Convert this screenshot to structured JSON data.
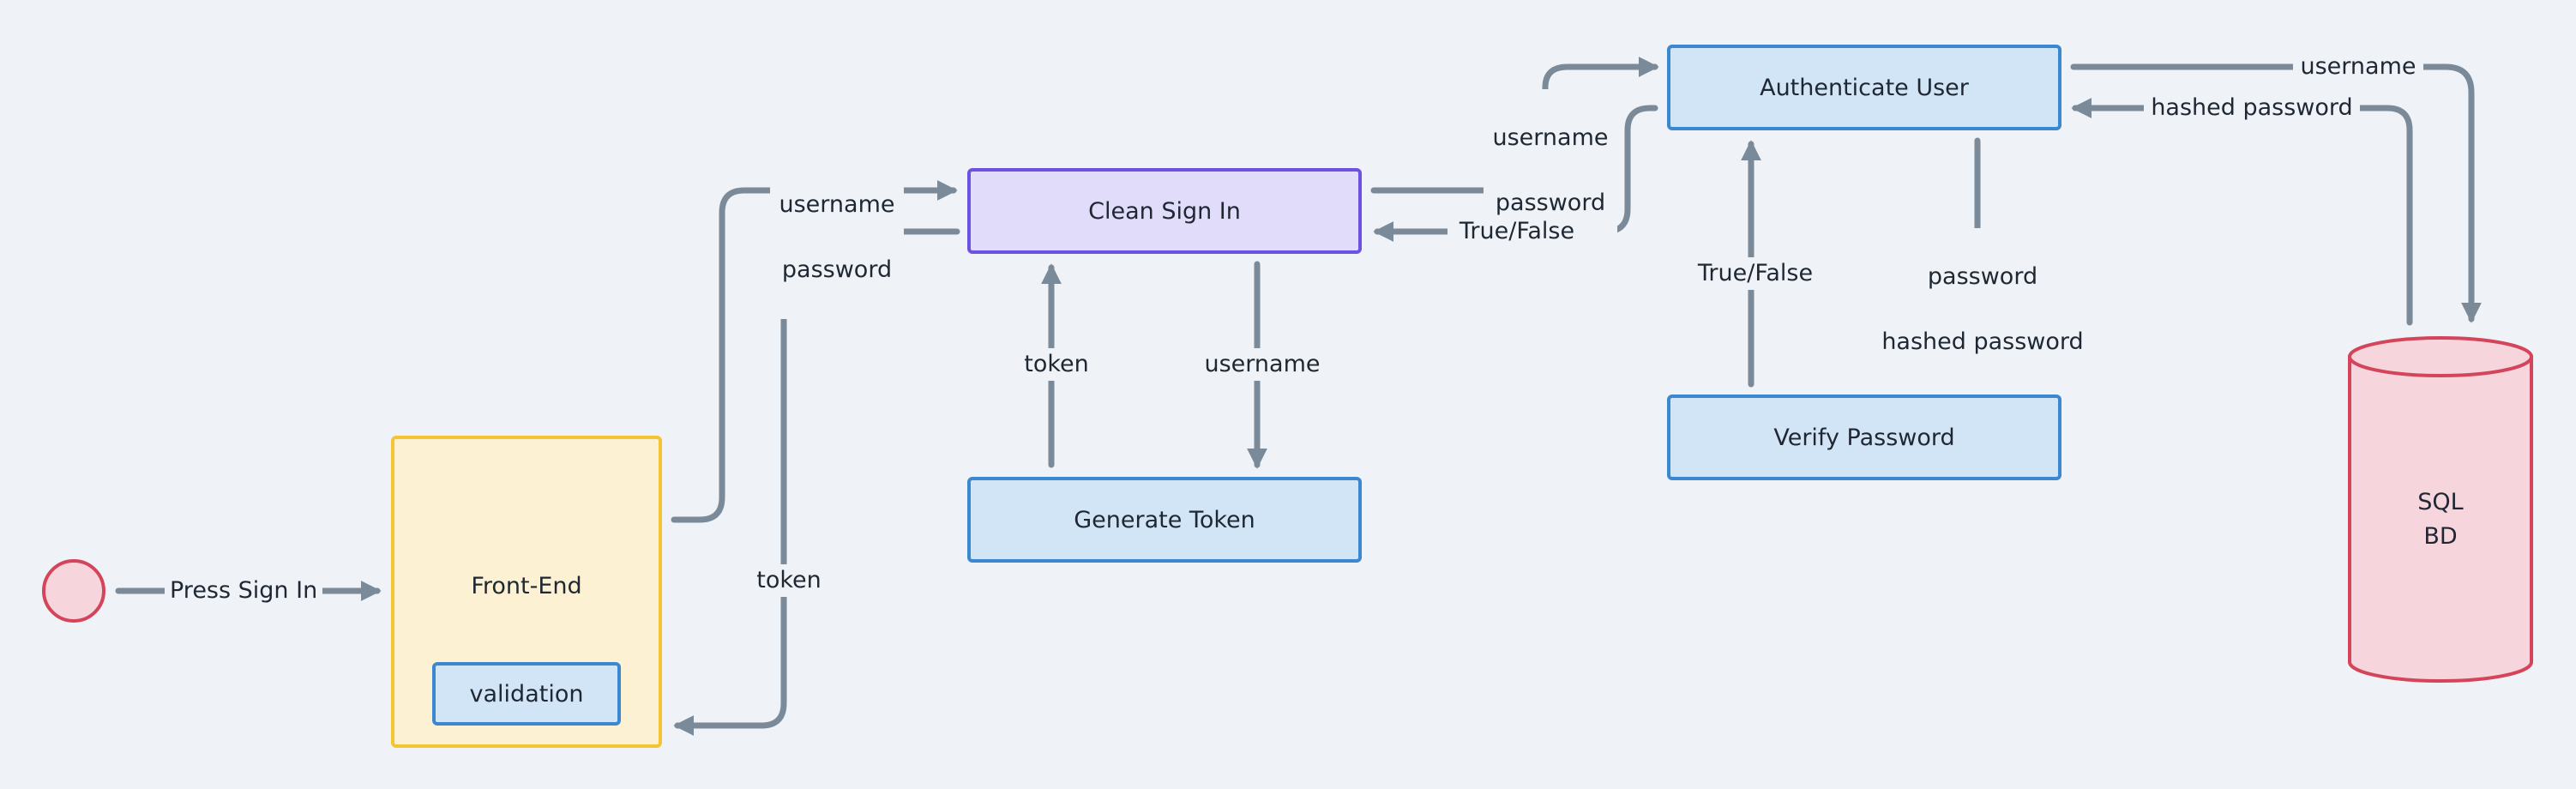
{
  "nodes": {
    "front_end": "Front-End",
    "validation": "validation",
    "clean_sign_in": "Clean Sign In",
    "generate_token": "Generate Token",
    "authenticate_user": "Authenticate User",
    "verify_password": "Verify Password",
    "sql_db": [
      "SQL",
      "BD"
    ]
  },
  "edges": {
    "press_sign_in": "Press Sign In",
    "fe_to_clean": [
      "username",
      "password"
    ],
    "clean_to_fe": "token",
    "clean_to_gen": "username",
    "gen_to_clean": "token",
    "clean_to_auth": [
      "username",
      "password"
    ],
    "auth_to_clean": "True/False",
    "verify_to_auth": "True/False",
    "auth_to_verify": [
      "password",
      "hashed password"
    ],
    "auth_to_db": "username",
    "db_to_auth": "hashed password"
  },
  "colors": {
    "edge": "#7a8a99",
    "node_blue": "#d2e5f6",
    "node_purple": "#e0dcfa",
    "node_yellow": "#fcf1d2",
    "node_red": "#f6d6dc"
  }
}
